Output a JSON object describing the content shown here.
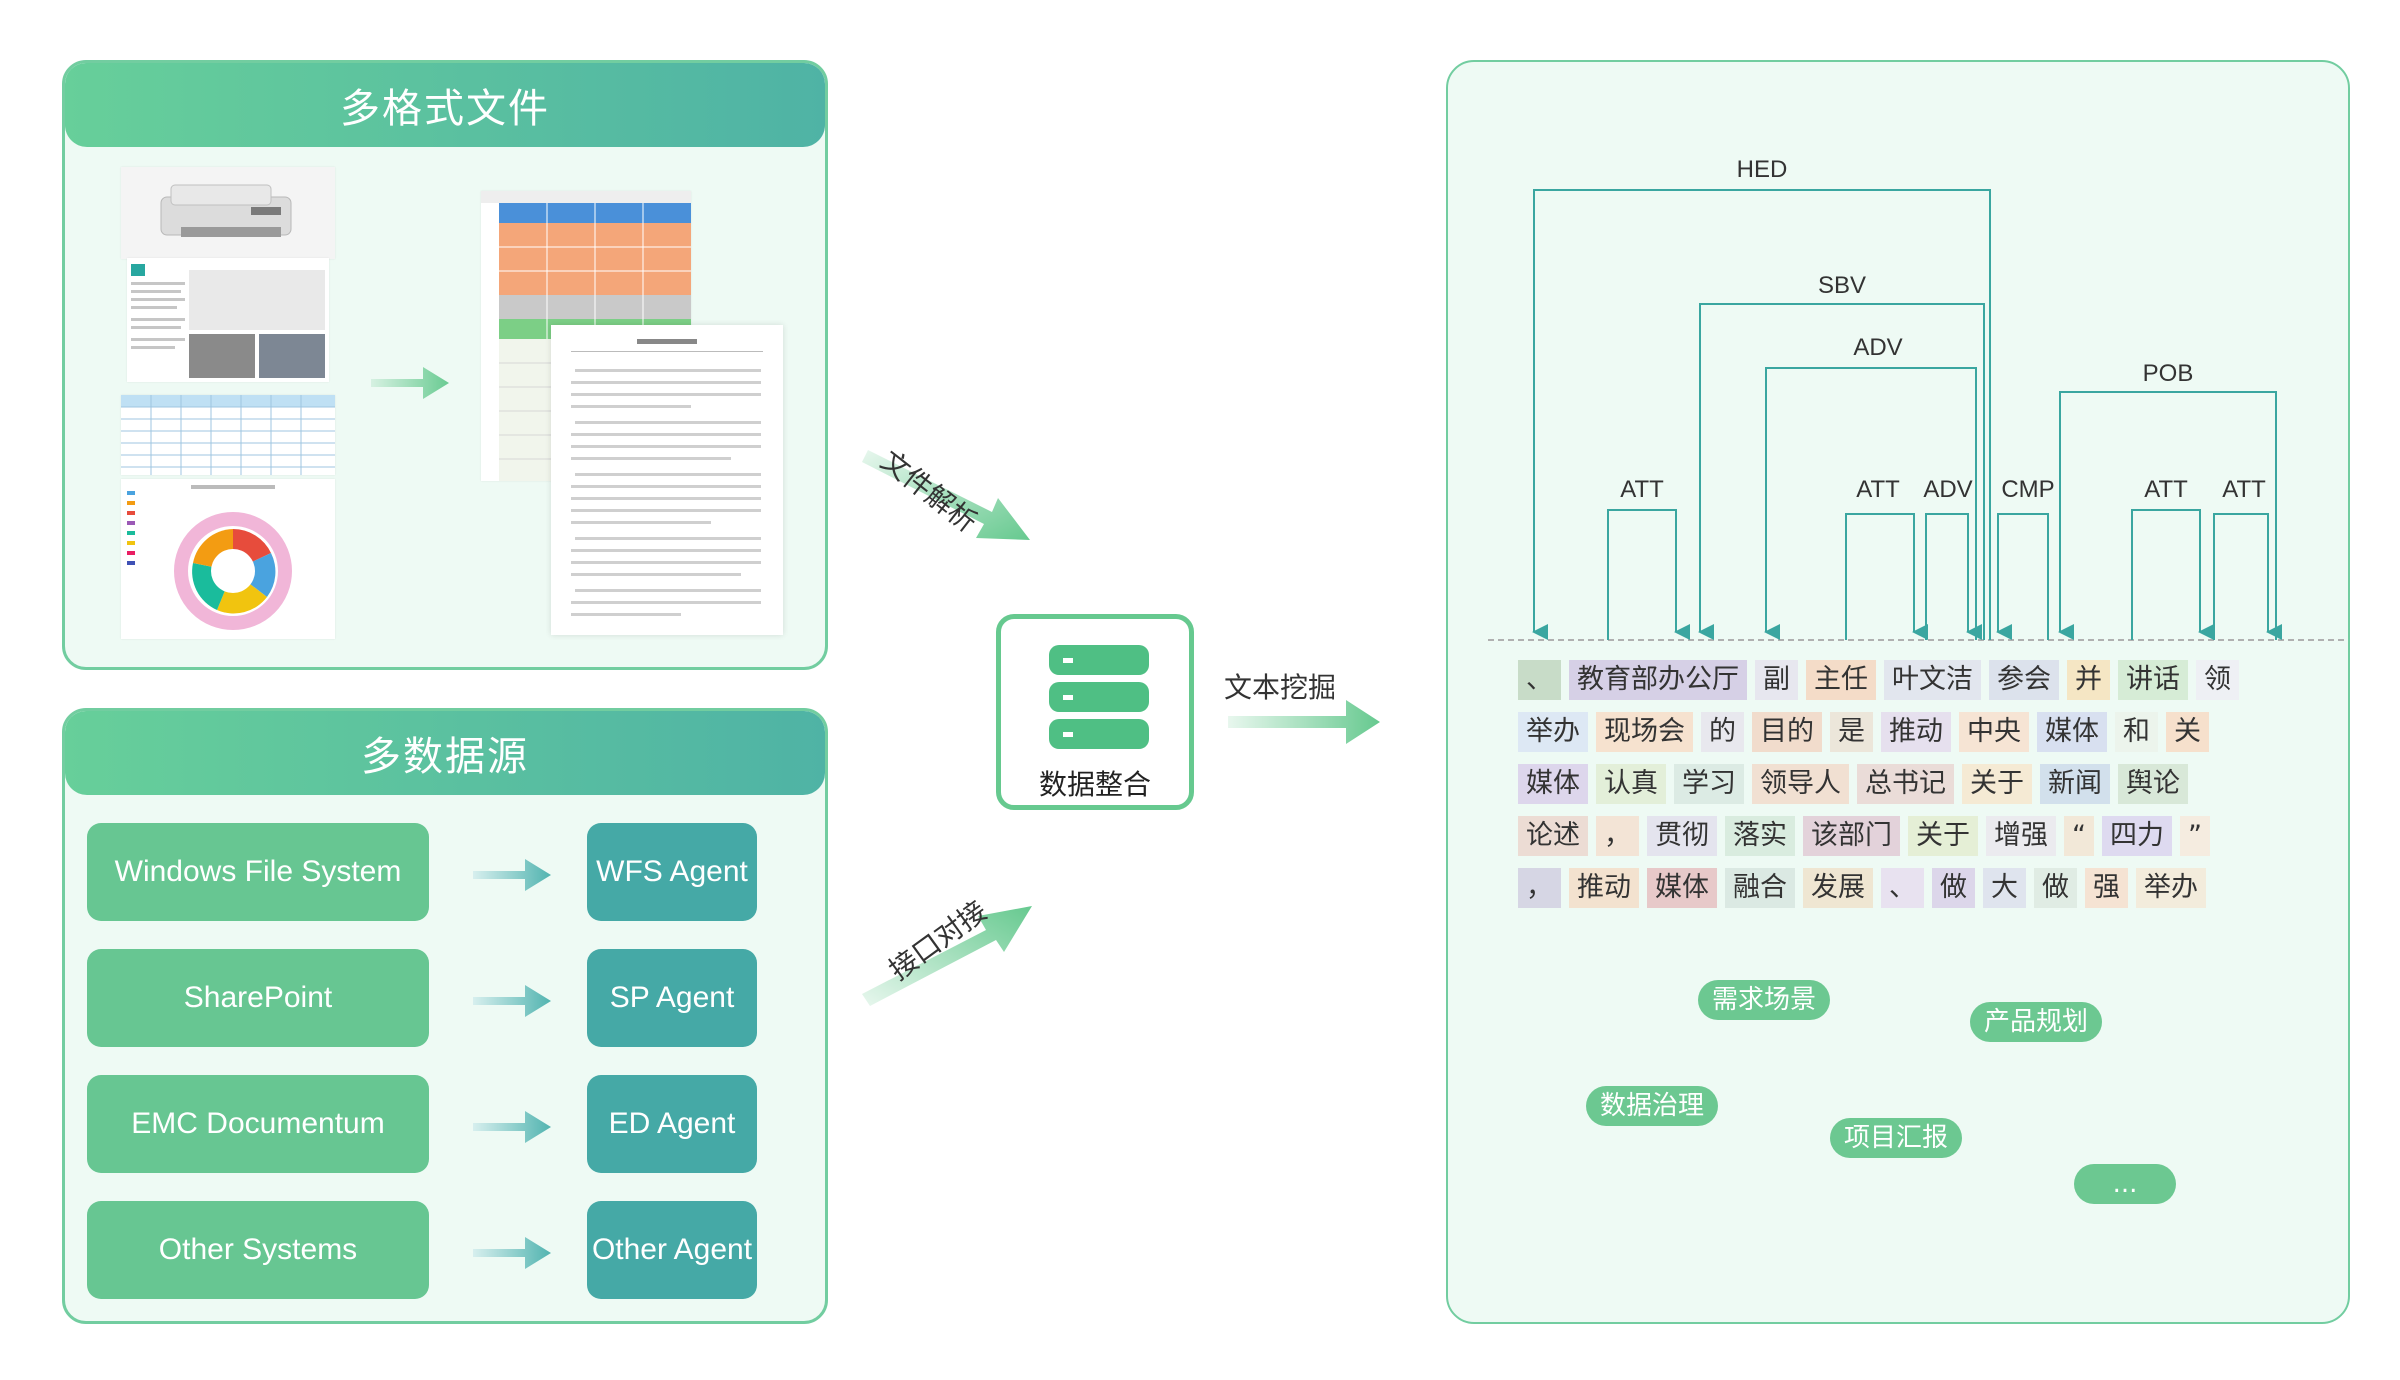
{
  "panels": {
    "files_title": "多格式文件",
    "sources_title": "多数据源"
  },
  "sources": [
    {
      "name": "Windows File System",
      "agent": "WFS Agent"
    },
    {
      "name": "SharePoint",
      "agent": "SP Agent"
    },
    {
      "name": "EMC Documentum",
      "agent": "ED Agent"
    },
    {
      "name": "Other Systems",
      "agent": "Other Agent"
    }
  ],
  "flow": {
    "file_parse": "文件解析",
    "api_connect": "接口对接",
    "integrate": "数据整合",
    "text_mining": "文本挖掘"
  },
  "dependency_labels": [
    "HED",
    "SBV",
    "ADV",
    "POB",
    "ATT",
    "ATT",
    "ADV",
    "CMP",
    "ATT",
    "ATT"
  ],
  "tokens": [
    [
      {
        "t": "、",
        "c": "#c8dcc8"
      },
      {
        "t": "教育部办公厅",
        "c": "#d6d0e6"
      },
      {
        "t": "副",
        "c": "#e7e7ef"
      },
      {
        "t": "主任",
        "c": "#f4dcc8"
      },
      {
        "t": "叶文洁",
        "c": "#e2e6ee"
      },
      {
        "t": "参会",
        "c": "#dce2ec"
      },
      {
        "t": "并",
        "c": "#f5e6c4"
      },
      {
        "t": "讲话",
        "c": "#d6ecd6"
      },
      {
        "t": "领",
        "c": "#eef0f4"
      }
    ],
    [
      {
        "t": "举办",
        "c": "#dde8f4"
      },
      {
        "t": "现场会",
        "c": "#f6e2cf"
      },
      {
        "t": "的",
        "c": "#e8e8ee"
      },
      {
        "t": "目的",
        "c": "#f1dccc"
      },
      {
        "t": "是",
        "c": "#ece6da"
      },
      {
        "t": "推动",
        "c": "#e6e0ee"
      },
      {
        "t": "中央",
        "c": "#f6e4d4"
      },
      {
        "t": "媒体",
        "c": "#d8e0f0"
      },
      {
        "t": "和",
        "c": "#ecf4ec"
      },
      {
        "t": "关",
        "c": "#f6e0cc"
      }
    ],
    [
      {
        "t": "媒体",
        "c": "#ddd6ec"
      },
      {
        "t": "认真",
        "c": "#e3efd9"
      },
      {
        "t": "学习",
        "c": "#dcebe4"
      },
      {
        "t": "领导人",
        "c": "#f1e0d2"
      },
      {
        "t": "总书记",
        "c": "#eadcd8"
      },
      {
        "t": "关于",
        "c": "#f5ead4"
      },
      {
        "t": "新闻",
        "c": "#d2e0ec"
      },
      {
        "t": "舆论",
        "c": "#d8e8d8"
      }
    ],
    [
      {
        "t": "论述",
        "c": "#ecdcd4"
      },
      {
        "t": "，",
        "c": "#f3e4d6"
      },
      {
        "t": "贯彻",
        "c": "#e4e4ee"
      },
      {
        "t": "落实",
        "c": "#d9ecdf"
      },
      {
        "t": "该部门",
        "c": "#e3d2da"
      },
      {
        "t": "关于",
        "c": "#e5efd6"
      },
      {
        "t": "增强",
        "c": "#ebebef"
      },
      {
        "t": "“",
        "c": "#f2e8d8"
      },
      {
        "t": "四力",
        "c": "#dedaf0"
      },
      {
        "t": "”",
        "c": "#f5ece0"
      }
    ],
    [
      {
        "t": "，",
        "c": "#d6d6e4"
      },
      {
        "t": "推动",
        "c": "#f3e2cf"
      },
      {
        "t": "媒体",
        "c": "#e7c9c9"
      },
      {
        "t": "融合",
        "c": "#dbe9e3"
      },
      {
        "t": "发展",
        "c": "#efe6d2"
      },
      {
        "t": "、",
        "c": "#e8e2f0"
      },
      {
        "t": "做",
        "c": "#dcd6ea"
      },
      {
        "t": "大",
        "c": "#dfe4ee"
      },
      {
        "t": "做",
        "c": "#e0ece4"
      },
      {
        "t": "强",
        "c": "#f5e3d3"
      },
      {
        "t": "举办",
        "c": "#f3ecdc"
      }
    ]
  ],
  "tags": [
    "需求场景",
    "产品规划",
    "数据治理",
    "项目汇报",
    "..."
  ]
}
